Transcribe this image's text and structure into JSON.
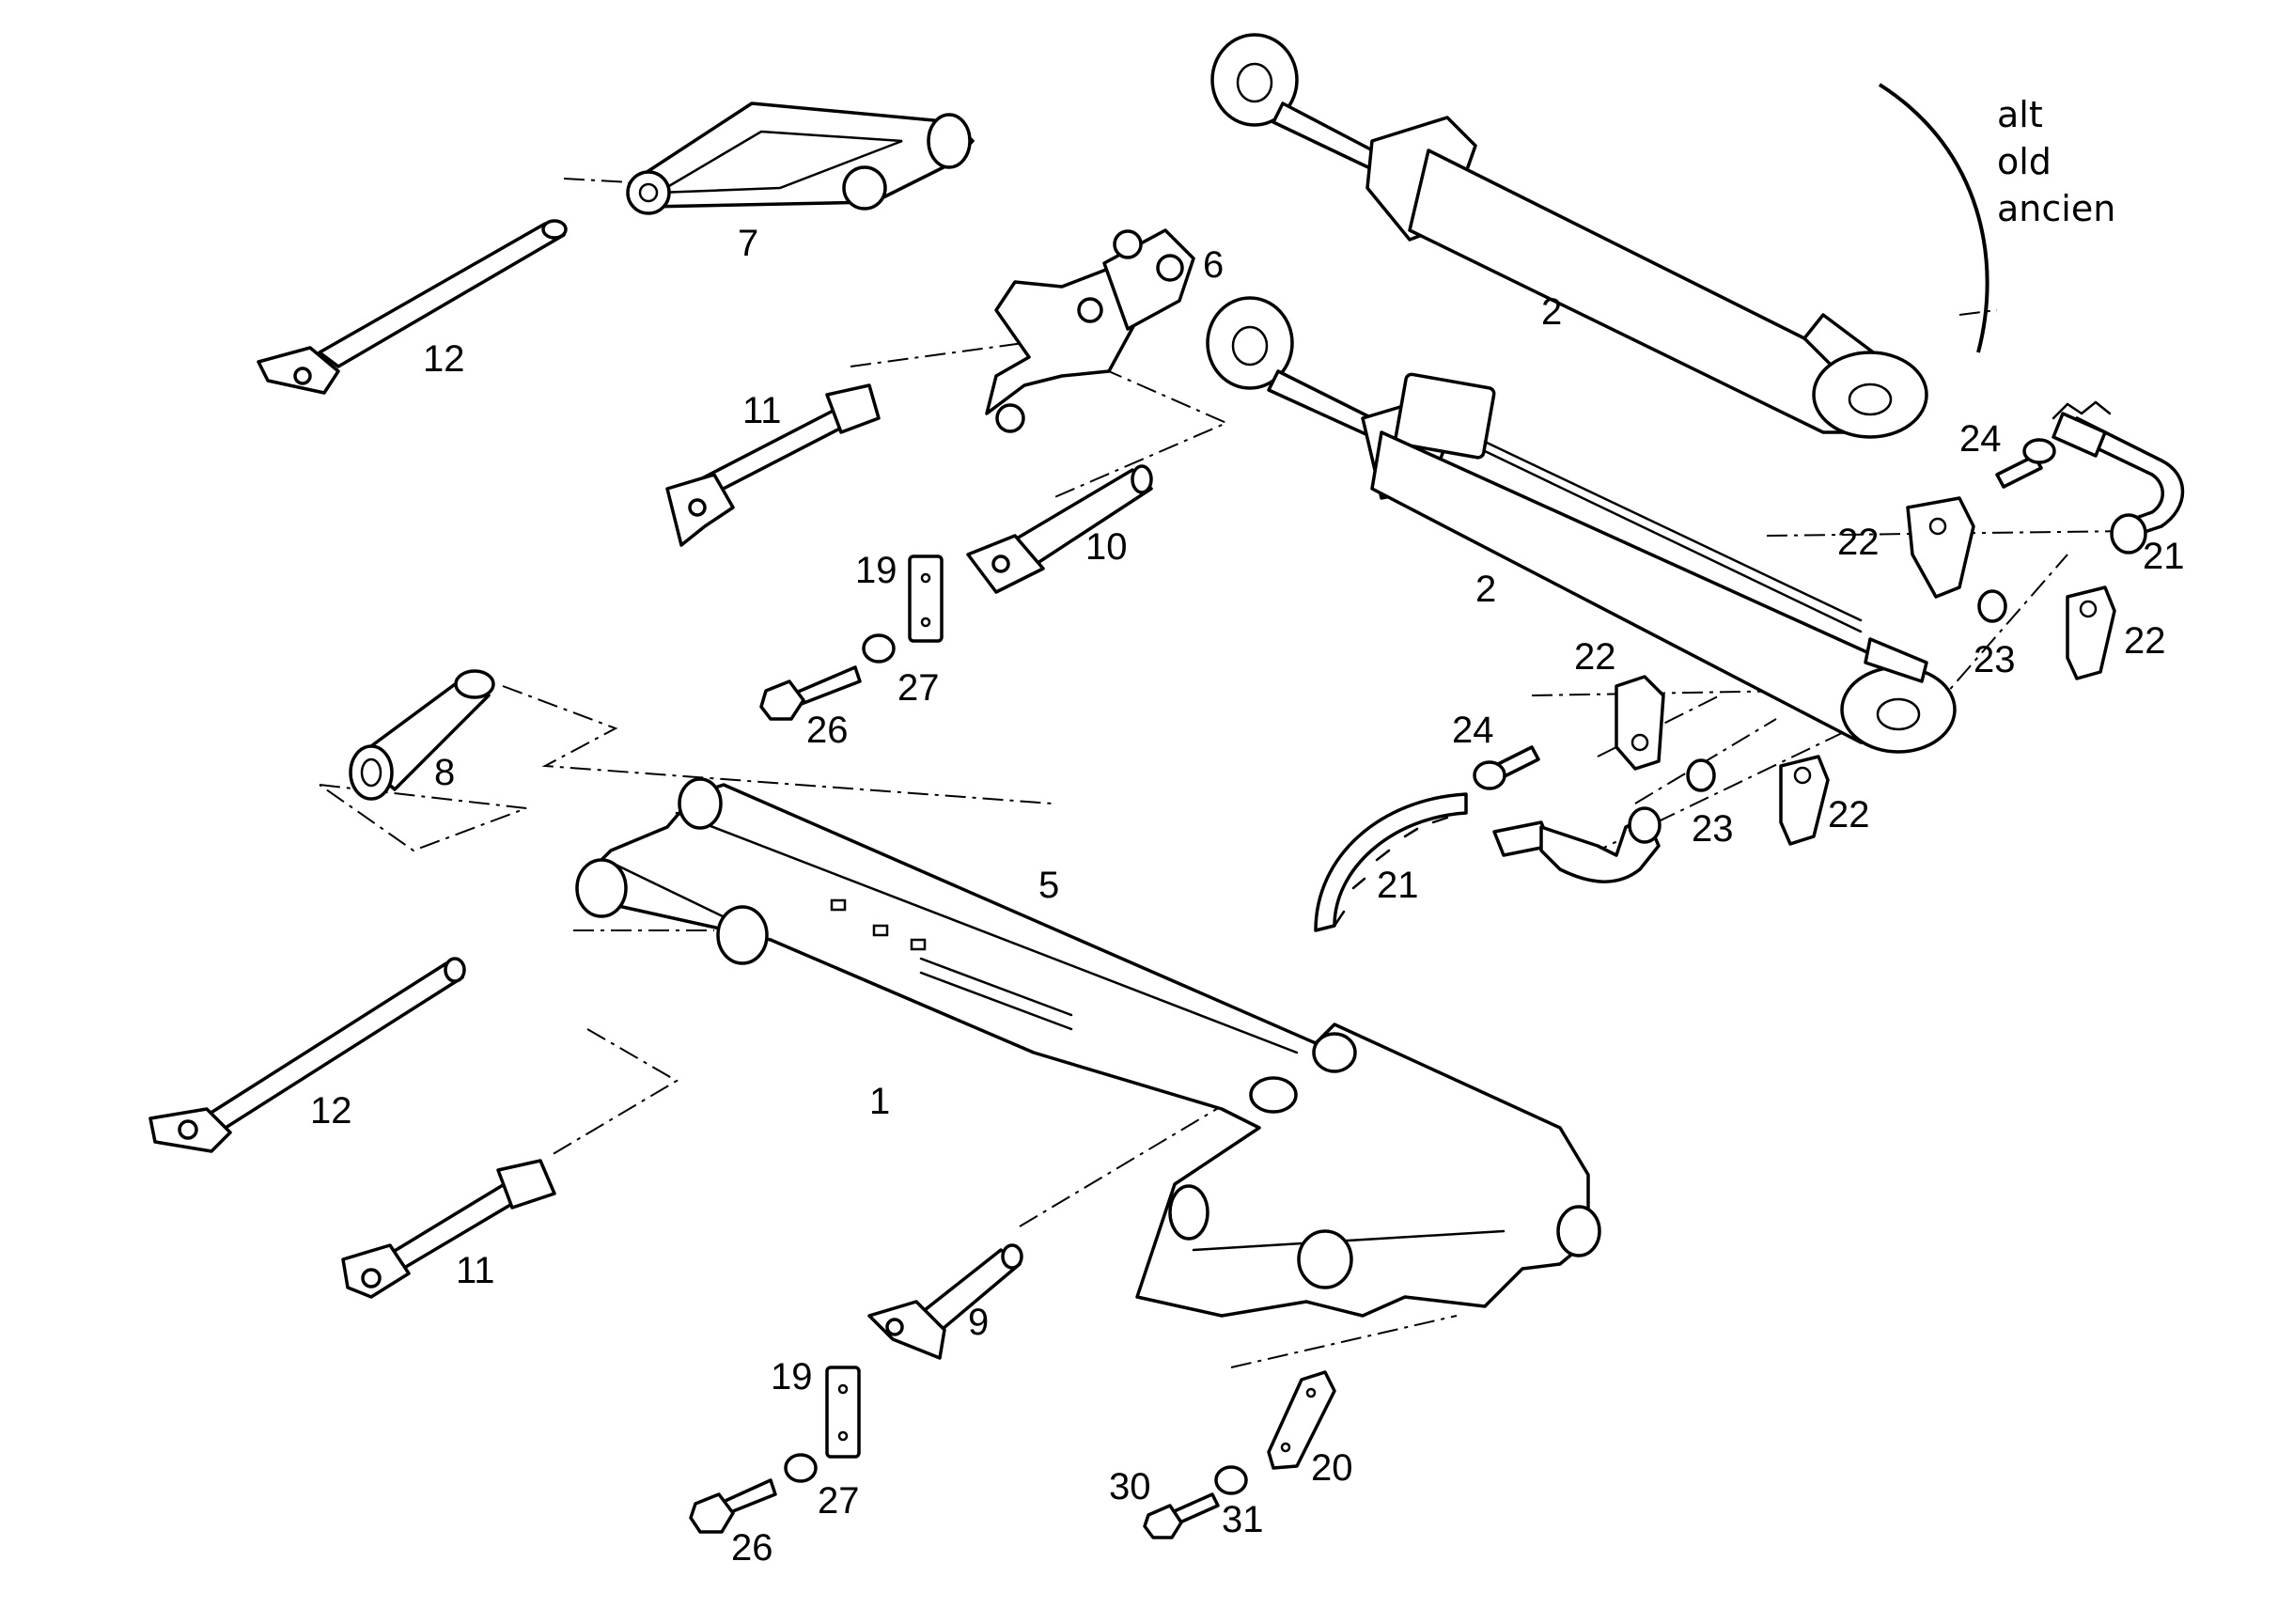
{
  "note": {
    "line1": "alt",
    "line2": "old",
    "line3": "ancien"
  },
  "callouts": {
    "c1": "1",
    "c2a": "2",
    "c2b": "2",
    "c5": "5",
    "c6": "6",
    "c7": "7",
    "c8": "8",
    "c9": "9",
    "c10": "10",
    "c11a": "11",
    "c11b": "11",
    "c12a": "12",
    "c12b": "12",
    "c19a": "19",
    "c19b": "19",
    "c20": "20",
    "c21a": "21",
    "c21b": "21",
    "c22a": "22",
    "c22b": "22",
    "c22c": "22",
    "c22d": "22",
    "c23a": "23",
    "c23b": "23",
    "c24a": "24",
    "c24b": "24",
    "c26a": "26",
    "c26b": "26",
    "c27a": "27",
    "c27b": "27",
    "c30": "30",
    "c31": "31"
  }
}
